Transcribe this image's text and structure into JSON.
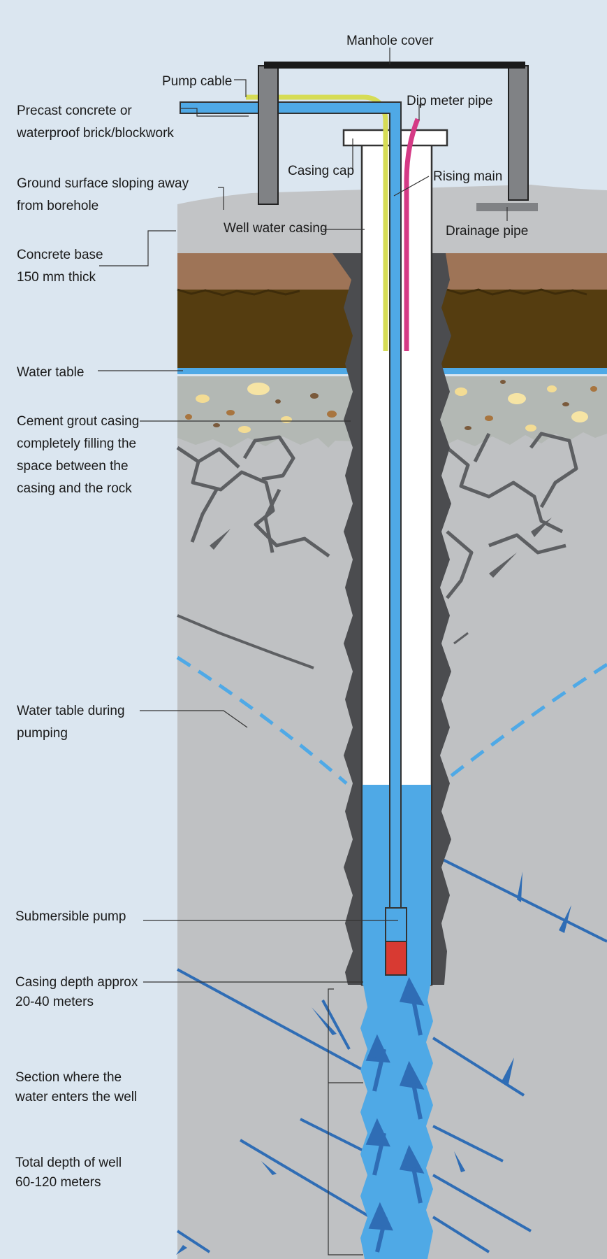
{
  "labels": {
    "manhole_cover": "Manhole cover",
    "pump_cable": "Pump cable",
    "dip_meter_pipe": "Dip meter pipe",
    "precast_line1": "Precast concrete or",
    "precast_line2": "waterproof brick/blockwork",
    "casing_cap": "Casing cap",
    "rising_main": "Rising main",
    "ground_line1": "Ground surface sloping away",
    "ground_line2": "from borehole",
    "well_water_casing": "Well water casing",
    "drainage_pipe": "Drainage pipe",
    "concrete_line1": "Concrete base",
    "concrete_line2": "150 mm thick",
    "water_table": "Water table",
    "grout_line1": "Cement grout casing",
    "grout_line2": "completely filling the",
    "grout_line3": "space between the",
    "grout_line4": "casing and the rock",
    "wt_pumping_line1": "Water table during",
    "wt_pumping_line2": "pumping",
    "submersible_pump": "Submersible pump",
    "casing_depth_line1": "Casing depth approx",
    "casing_depth_line2": "20-40 meters",
    "section_line1": "Section where the",
    "section_line2": "water enters the well",
    "total_depth_line1": "Total depth of well",
    "total_depth_line2": "60-120 meters"
  },
  "colors": {
    "background": "#dbe6f0",
    "concrete": "#c2c4c6",
    "topsoil": "#9e7457",
    "soil": "#553d10",
    "gravel": "#b3b8b4",
    "rock": "#bfc1c3",
    "grout": "#4b4c4f",
    "water": "#4fa9e6",
    "cable": "#d6dc55",
    "dip_pipe": "#d53a85",
    "pump": "#d83a32",
    "fracture_water": "#2f6db5",
    "fracture_dry": "#5d5f62",
    "manhole_wall": "#808285",
    "manhole_cover": "#1a1a1a"
  }
}
